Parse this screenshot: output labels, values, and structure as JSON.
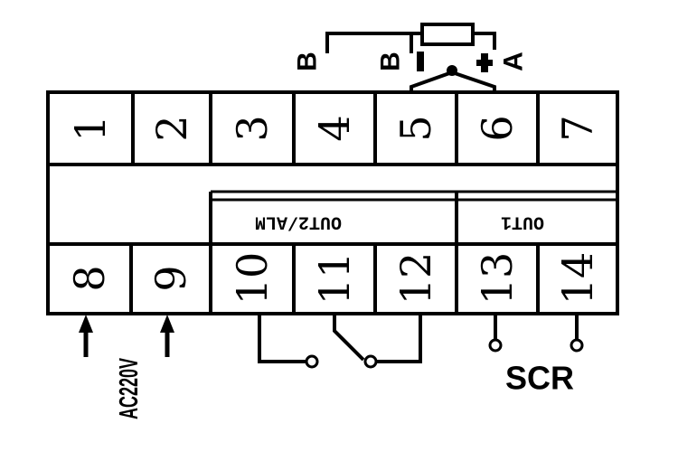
{
  "terminals_top": [
    "1",
    "2",
    "3",
    "4",
    "5",
    "6",
    "7"
  ],
  "terminals_bottom": [
    "8",
    "9",
    "10",
    "11",
    "12",
    "13",
    "14"
  ],
  "groups": {
    "out2": "OUT2/ALM",
    "out1": "OUT1"
  },
  "sensor": {
    "b1": "B",
    "b2": "B",
    "a": "A",
    "minus": "-",
    "plus": "+"
  },
  "power": "AC220V",
  "scr": "SCR"
}
